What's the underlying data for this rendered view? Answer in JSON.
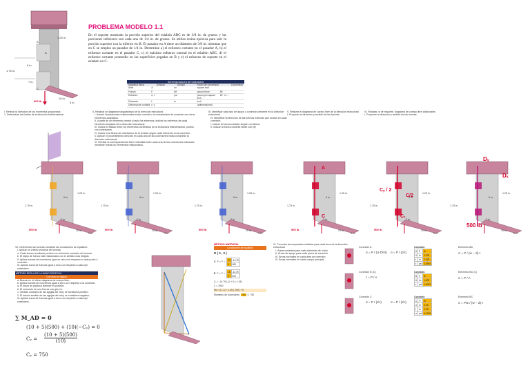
{
  "header": {
    "title": "PROBLEMA MODELO 1.1",
    "problem_text": "En el soporte mostrado la porción superior del eslabón ABC es de 3/8 in. de grueso y las porciones inferiores son cada uno de 1/4 in. de grueso. Se utiliza resina epóxica para unir la porción superior con la inferior en B. El pasador en A tiene un diámetro de 3/8 in. mientras que en C se emplea un pasador de 1/4 in. Determine a) el esfuerzo cortante en el pasador A, b) el esfuerzo cortante en el pasador C, c) el máximo esfuerzo normal en el eslabón ABC, d) el esfuerzo cortante promedio en las superficies pegadas en B y e) el esfuerzo de soporte en el eslabón en C."
  },
  "main_figure": {
    "dims": [
      "1.25 in.",
      "B",
      "6 in.",
      "1.75 in.",
      "A",
      "D",
      "E",
      "7 in.",
      "C",
      "500 lb",
      "10 in.",
      "5 in."
    ]
  },
  "units_table": {
    "header": "SISTEMA INGLES DE UNIDADES",
    "columns": [
      "Magnitud física",
      "Símbolo",
      "Unidad",
      "Factor de conversión",
      "Conversión"
    ],
    "rows": [
      [
        "Área",
        "A",
        "in²",
        "square inch",
        ""
      ],
      [
        "Fuerza",
        "F",
        "lbf",
        "pound-force",
        "lbf"
      ],
      [
        "Esfuerzo",
        "σ, τ",
        "psi",
        "pound per square inch",
        "lbf · in⁻²"
      ],
      [
        "Distancia",
        "L",
        "in",
        "inch",
        ""
      ],
      [
        "Deformación unitaria",
        "ε, γ",
        "",
        "(adimensional)",
        ""
      ]
    ]
  },
  "steps": {
    "s1": {
      "title": "I. Revisar la dirección de los momentos propuestos",
      "lines": [
        "1. Determinar los límites de la dirección tridimensional"
      ]
    },
    "s2": {
      "title": "II. Realizar un diagrama singularizado de la dirección estructural",
      "lines": [
        "I. Asumir vinculaciones relacionadas entre conexión, en ensamblado de conexión con otros elementos acoplados.",
        "II. A partir de un elemento central y hacia los extremos, indicar los extremos de cada elemento acoplado de la dirección estructural.",
        "III. Indicar el estado entre los elementos contenidos de la estructura tridimensional, puntos con conexiones.",
        "IV. Indicar una flecha de orientación de la tensión según cada elemento en la conexión.",
        "V. Aplicar el procedimiento descrito en cada una de las conexiones hasta completar la dirección estructural.",
        "VI. Revisar la correspondencia bien entendida entre cada una de las conexiones indicando mediante líneas los elementos relacionados."
      ]
    },
    "s3": {
      "title": "III. Identificar cada tipo de apoyo o conexión presente en la dirección estructural",
      "lines": [
        "IV. Identificar la dirección de las fuerzas externas que actúan en cada conexión",
        "I. Indicar la fuerza cortante simple con flecha",
        "II. Indicar la fuerza cortante doble con eje"
      ]
    },
    "s4": {
      "title": "V. Realizar el diagrama de cuerpo libre de la dirección estructural",
      "lines": [
        "I. Proponer la dirección y sentido de las fuerzas"
      ]
    },
    "s5": {
      "title": "VI. Realizar, si se requiere, diagrama de cuerpo libre adicionales",
      "lines": [
        "I. Proponer la dirección y sentido de las fuerzas"
      ]
    }
  },
  "frame_labels": {
    "A": "A",
    "C": "C",
    "C1": "C₁",
    "C2": "C/2",
    "D": "D",
    "Dy": "Dᵧ",
    "Dx": "Dₓ",
    "Cy2": "Cᵧ / 2",
    "load": "500 lb",
    "dims": [
      "1.25 in.",
      "6 in.",
      "1.75 in.",
      "7 in.",
      "10 in.",
      "5 in."
    ]
  },
  "step7": {
    "title": "VII. Determinar las fuerzas mediante las condiciones de equilibrio.",
    "lines": [
      "I. Aplicar un criterio vectorial de fuerzas.",
      "a. Cada fuerza resultante produce un elemento contrario de fuerzas.",
      "b. El signo de fuerza esta relacionado con el sentido mas dirigido.",
      "II. Aplicar sumas de momentos (que es cero con respecto a cada punto o conexión.",
      "III. Aplicar suma de fuerzas igual a cero con respecto a cada eje cartesiano."
    ],
    "method_header": "MÉTODO REGLA DE LA MANO DERECHA",
    "method_sub": "Convenio de signos",
    "method_lines": [
      "a. Buscar en el último diagrama de cuerpo libre.",
      "b. Aplicar sumas de momentos igual a cero con respecto a la conexión.",
      "a. El brazo de palanca siempre es positivo.",
      "b. El momento de una fuerza con giro en:",
      "1. Sentido contrario de las agujas del reloj: se considera positivo.",
      "2. El mismo sentido de las agujas del reloj: se considera negativo.",
      "III. Aplicar suma de fuerzas igual a cero con respecto a cada eje cartesiano."
    ],
    "sum_label": "∑ M_AD = 0",
    "eq1": "(10 + 5)(500) + (10)(−Cᵧ) = 0",
    "eq2_num": "(10 + 5)(500)",
    "eq2_den": "(10)",
    "eq2_lhs": "Cᵧ =",
    "eq3": "Cᵧ = 750"
  },
  "matrix": {
    "title": "MÉTODO MATRICIAL",
    "header": "Condiciones de equilibrio",
    "row_label": "D ( 0 , 0 )",
    "c_label": "C",
    "e_label": "E",
    "fm": "F × F =",
    "c_vals": [
      "10",
      "-14.75",
      "0",
      "500"
    ],
    "e_vals": [
      "15",
      "-14.75",
      "0",
      "500"
    ],
    "cvec": "Cᵧ = -14.75·(-1) + 0·(-1·15)",
    "res1": "Σ = 7500",
    "res2": "Mx = 0 (-1) + 1.25·(-750) + 0",
    "res3": "Momento de conexiones",
    "res_vals": [
      "750",
      "0",
      "750"
    ]
  },
  "step9": {
    "title": "IX. Formular las respuestas relativas para cada área de la dirección estructural",
    "lines": [
      "I. Áreas cortantes para cada elemento de unión",
      "II. Áreas de apoyo para cada pieza de conexión",
      "III. Áreas normales en cada área de conexión",
      "IV. Áreas normales en cada cuerpo principal"
    ],
    "blocks": [
      {
        "label": "Conexión A",
        "f1": "σ = P / (π·D²/4)",
        "f2": "σ = P / (d·t)"
      },
      {
        "label": "Conexión B (C)",
        "f1": "τ = P / A",
        "f2": ""
      },
      {
        "label": "Conexión C",
        "f1": "σ = P / (d·t)",
        "f2": "σ = P / (d·t)"
      }
    ],
    "right_titles": [
      "Elemento AB",
      "Elemento BC (C)",
      "Elemento BC"
    ],
    "right_f": [
      "σ = P / (w − d)·t",
      "σ = P / A",
      "σ = P/2 / (w − d)·t"
    ],
    "tables": [
      {
        "name": "Conexión",
        "rows": [
          [
            "A",
            "P",
            "lb"
          ],
          [
            "d",
            "in",
            "0.375"
          ],
          [
            "t",
            "in",
            "0.375"
          ],
          [
            "τ",
            "psi",
            "3,3954"
          ]
        ]
      },
      {
        "name": "Conexión",
        "rows": [
          [
            "B",
            "P",
            "lb"
          ],
          [
            "A",
            "in²",
            "1.875"
          ],
          [
            "τ",
            "psi",
            "1,4000"
          ]
        ]
      },
      {
        "name": "Conexión",
        "rows": [
          [
            "C",
            "P",
            "lb"
          ],
          [
            "d",
            "in",
            "0.25"
          ],
          [
            "t",
            "in",
            "0.25"
          ],
          [
            "σ",
            "psi",
            "6,0000"
          ]
        ]
      }
    ]
  }
}
